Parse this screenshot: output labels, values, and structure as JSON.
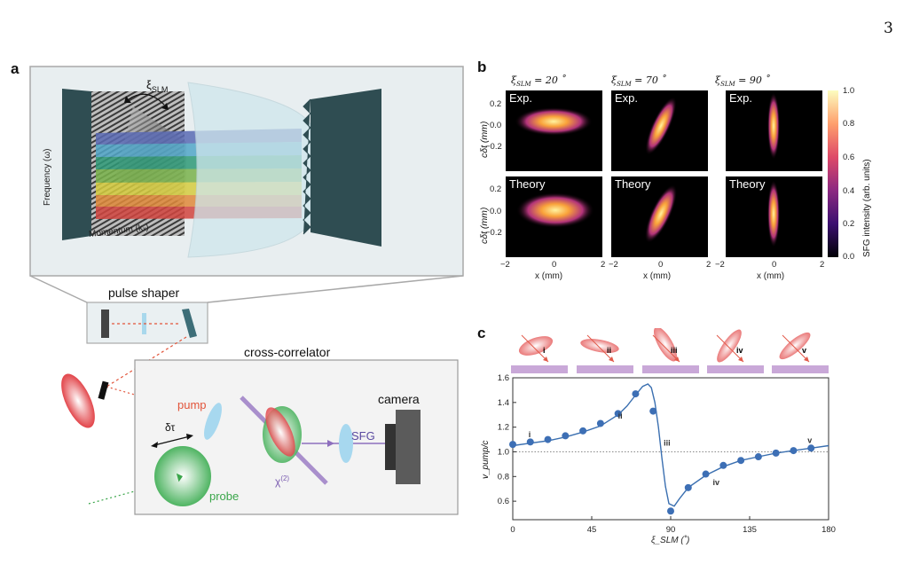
{
  "page": {
    "number": "3"
  },
  "panel_a": {
    "letter": "a",
    "labels": {
      "frequency": "Frequency (ω)",
      "momentum": "Momentum (kₓ)",
      "xi_slm": "ξ",
      "xi_sub": "SLM",
      "pulse_shaper": "pulse shaper",
      "cross_correlator": "cross-correlator",
      "camera": "camera",
      "pump": "pump",
      "probe": "probe",
      "sfg": "SFG",
      "delta_tau": "δτ",
      "chi2": "χ",
      "chi2_sup": "(2)"
    }
  },
  "panel_b": {
    "letter": "b",
    "columns": [
      "ξ_SLM = 20 °",
      "ξ_SLM = 70 °",
      "ξ_SLM = 90 °"
    ],
    "column_labels": [
      {
        "main": "ξ",
        "sub": "SLM",
        "rest": " = 20 ˚"
      },
      {
        "main": "ξ",
        "sub": "SLM",
        "rest": " = 70 ˚"
      },
      {
        "main": "ξ",
        "sub": "SLM",
        "rest": " = 90 ˚"
      }
    ],
    "row_labels": [
      "Exp.",
      "Theory"
    ],
    "ylabel": "cδt (mm)",
    "yticks": [
      "0.2",
      "0.0",
      "−0.2"
    ],
    "xlabel": "x (mm)",
    "xticks": [
      "−2",
      "0",
      "2"
    ],
    "colorbar": {
      "label": "SFG intensity (arb. units)",
      "ticks": [
        "1.0",
        "0.8",
        "0.6",
        "0.4",
        "0.2",
        "0.0"
      ]
    }
  },
  "chart_data": {
    "type": "scatter",
    "xlabel": "ξ_SLM (˚)",
    "ylabel": "v_pump/c",
    "xlim": [
      0,
      180
    ],
    "ylim": [
      0.45,
      1.6
    ],
    "xticks": [
      "0",
      "45",
      "90",
      "135",
      "180"
    ],
    "yticks": [
      "1.6",
      "1.4",
      "1.2",
      "1.0",
      "0.8",
      "0.6"
    ],
    "reference_line": 1.0,
    "points": {
      "x": [
        0,
        10,
        20,
        30,
        40,
        50,
        60,
        70,
        80,
        90,
        100,
        110,
        120,
        130,
        140,
        150,
        160,
        170
      ],
      "y": [
        1.06,
        1.08,
        1.1,
        1.13,
        1.17,
        1.23,
        1.31,
        1.47,
        1.33,
        0.52,
        0.71,
        0.82,
        0.89,
        0.93,
        0.96,
        0.99,
        1.01,
        1.03
      ]
    },
    "fit_curve": {
      "x": [
        0,
        10,
        20,
        30,
        40,
        50,
        60,
        65,
        70,
        74,
        77,
        79,
        81,
        83,
        85,
        87,
        89,
        92,
        95,
        100,
        110,
        120,
        130,
        140,
        150,
        160,
        170,
        180
      ],
      "y": [
        1.05,
        1.07,
        1.09,
        1.12,
        1.16,
        1.21,
        1.3,
        1.37,
        1.46,
        1.53,
        1.55,
        1.52,
        1.4,
        1.2,
        0.95,
        0.72,
        0.58,
        0.56,
        0.62,
        0.71,
        0.81,
        0.88,
        0.93,
        0.96,
        0.99,
        1.01,
        1.03,
        1.05
      ]
    },
    "annotations": [
      {
        "text": "i",
        "x": 9,
        "y": 1.12
      },
      {
        "text": "ii",
        "x": 60,
        "y": 1.27
      },
      {
        "text": "iii",
        "x": 86,
        "y": 1.05
      },
      {
        "text": "iv",
        "x": 114,
        "y": 0.73
      },
      {
        "text": "v",
        "x": 168,
        "y": 1.07
      }
    ],
    "insets": [
      "i",
      "ii",
      "iii",
      "iv",
      "v"
    ]
  },
  "panel_c": {
    "letter": "c"
  }
}
